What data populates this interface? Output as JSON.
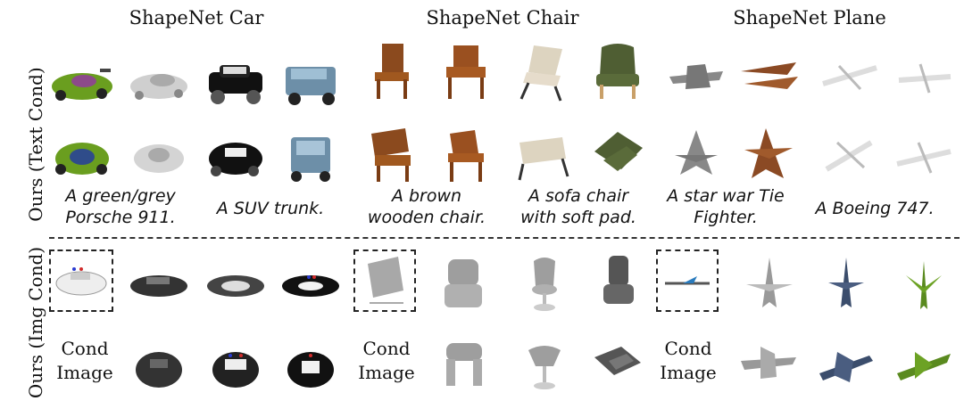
{
  "column_headers": [
    "ShapeNet Car",
    "ShapeNet Chair",
    "ShapeNet Plane"
  ],
  "row_labels": [
    "Ours (Text Cond)",
    "Ours (Img Cond)"
  ],
  "text_captions": [
    [
      "A green/grey",
      "Porsche 911."
    ],
    [
      "A SUV trunk."
    ],
    [
      "A brown",
      "wooden chair."
    ],
    [
      "A sofa chair",
      "with soft pad."
    ],
    [
      "A star war Tie",
      "Fighter."
    ],
    [
      "A Boeing 747."
    ]
  ],
  "cond_label": [
    "Cond",
    "Image"
  ]
}
